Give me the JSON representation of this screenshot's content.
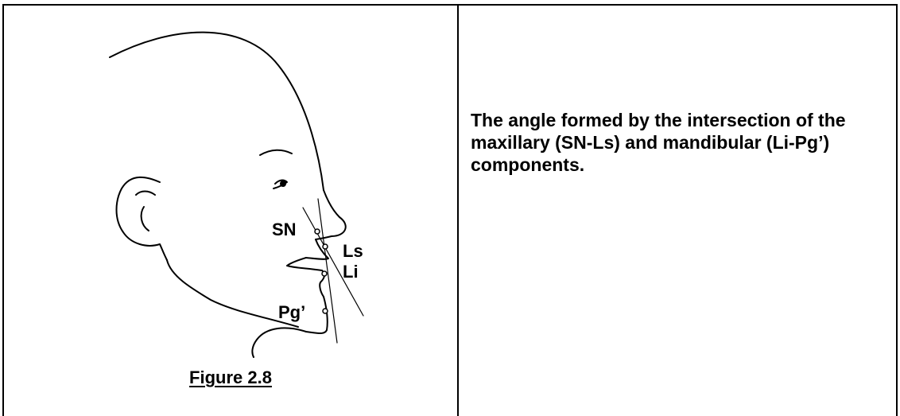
{
  "figure": {
    "caption": "Figure 2.8",
    "labels": {
      "sn": "SN",
      "ls": "Ls",
      "li": "Li",
      "pg": "Pg’"
    }
  },
  "description": {
    "text": "The angle formed by the intersection of the maxillary (SN-Ls) and mandibular (Li-Pg’) components."
  }
}
